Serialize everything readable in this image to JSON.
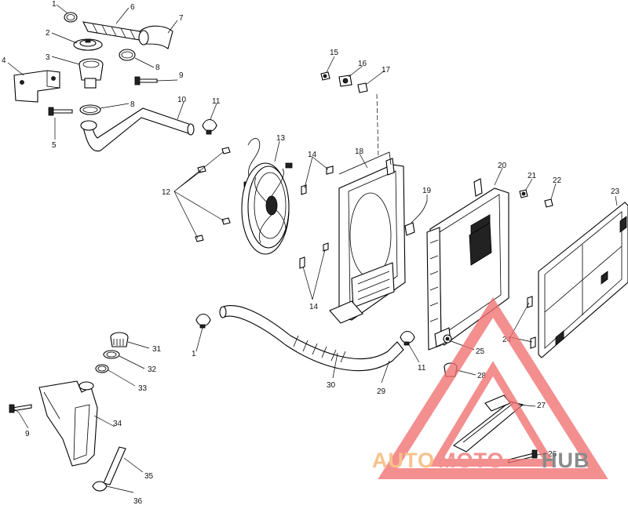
{
  "callouts": [
    {
      "id": "c1a",
      "text": "1"
    },
    {
      "id": "c2",
      "text": "2"
    },
    {
      "id": "c3",
      "text": "3"
    },
    {
      "id": "c4",
      "text": "4"
    },
    {
      "id": "c5",
      "text": "5"
    },
    {
      "id": "c6",
      "text": "6"
    },
    {
      "id": "c7",
      "text": "7"
    },
    {
      "id": "c8a",
      "text": "8"
    },
    {
      "id": "c8b",
      "text": "8"
    },
    {
      "id": "c9a",
      "text": "9"
    },
    {
      "id": "c10",
      "text": "10"
    },
    {
      "id": "c11a",
      "text": "11"
    },
    {
      "id": "c12",
      "text": "12"
    },
    {
      "id": "c13",
      "text": "13"
    },
    {
      "id": "c14a",
      "text": "14"
    },
    {
      "id": "c14b",
      "text": "14"
    },
    {
      "id": "c15",
      "text": "15"
    },
    {
      "id": "c16",
      "text": "16"
    },
    {
      "id": "c17",
      "text": "17"
    },
    {
      "id": "c18",
      "text": "18"
    },
    {
      "id": "c19",
      "text": "19"
    },
    {
      "id": "c20",
      "text": "20"
    },
    {
      "id": "c21",
      "text": "21"
    },
    {
      "id": "c22",
      "text": "22"
    },
    {
      "id": "c23",
      "text": "23"
    },
    {
      "id": "c24",
      "text": "24"
    },
    {
      "id": "c25",
      "text": "25"
    },
    {
      "id": "c26",
      "text": "26"
    },
    {
      "id": "c27",
      "text": "27"
    },
    {
      "id": "c28",
      "text": "28"
    },
    {
      "id": "c29",
      "text": "29"
    },
    {
      "id": "c30",
      "text": "30"
    },
    {
      "id": "c31",
      "text": "31"
    },
    {
      "id": "c32",
      "text": "32"
    },
    {
      "id": "c33",
      "text": "33"
    },
    {
      "id": "c34",
      "text": "34"
    },
    {
      "id": "c35",
      "text": "35"
    },
    {
      "id": "c36",
      "text": "36"
    },
    {
      "id": "c1b",
      "text": "1"
    },
    {
      "id": "c11b",
      "text": "11"
    },
    {
      "id": "c9b",
      "text": "9"
    }
  ],
  "watermark": {
    "part1": "AUTO",
    "part2": "MOTO",
    "part3": "HUB",
    "color_orange": "#f6b26b",
    "color_red": "#f07070",
    "color_grey": "#6b6b6b"
  }
}
